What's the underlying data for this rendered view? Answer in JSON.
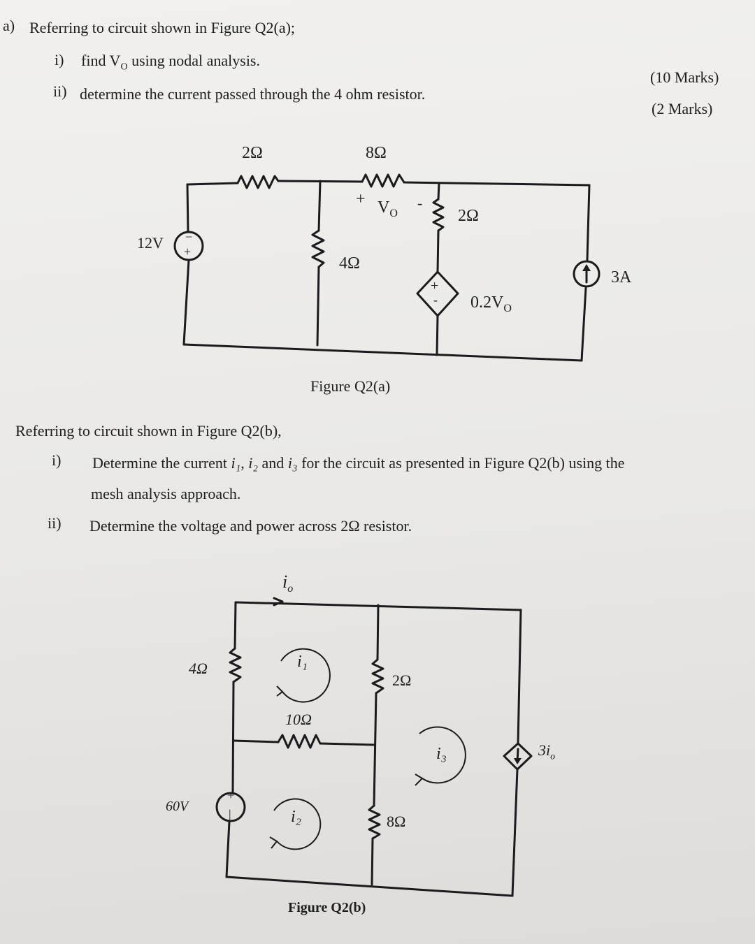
{
  "part_a": {
    "label": "a)",
    "question": "Referring to circuit shown in Figure Q2(a);",
    "items": [
      {
        "num": "i)",
        "text_before": "find V",
        "text_sub": "O",
        "text_after": " using nodal analysis.",
        "marks": "(10 Marks)"
      },
      {
        "num": "ii)",
        "text": "determine the current passed through the 4 ohm resistor.",
        "marks": "(2 Marks)"
      }
    ]
  },
  "figure_a": {
    "caption": "Figure Q2(a)",
    "source_12v": "12V",
    "r_top_left": "2Ω",
    "r_top_mid": "8Ω",
    "r_right": "2Ω",
    "r_middle": "4Ω",
    "vo_plus": "+",
    "vo_label": "V",
    "vo_sub": "O",
    "vo_minus": "-",
    "dep_source_label": "0.2V",
    "dep_source_sub": "O",
    "current_source": "3A"
  },
  "part_b": {
    "question": "Referring to circuit shown in Figure Q2(b),",
    "items": [
      {
        "num": "i)",
        "line1_a": "Determine the current ",
        "i1": "i₁",
        "sep1": ", ",
        "i2": "i₂",
        "sep2": " and ",
        "i3": "i₃",
        "line1_b": " for the circuit as presented in Figure Q2(b) using the",
        "line2": "mesh analysis approach."
      },
      {
        "num": "ii)",
        "text": "Determine the voltage and power across 2Ω resistor."
      }
    ]
  },
  "figure_b": {
    "caption": "Figure Q2(b)",
    "io": "i",
    "io_sub": "o",
    "r_4": "4Ω",
    "r_10": "10Ω",
    "r_2": "2Ω",
    "r_8": "8Ω",
    "source_60v": "60V",
    "mesh_1": "i₁",
    "mesh_2": "i₂",
    "mesh_3": "i₃",
    "dep_source": "3i",
    "dep_source_sub": "o"
  }
}
